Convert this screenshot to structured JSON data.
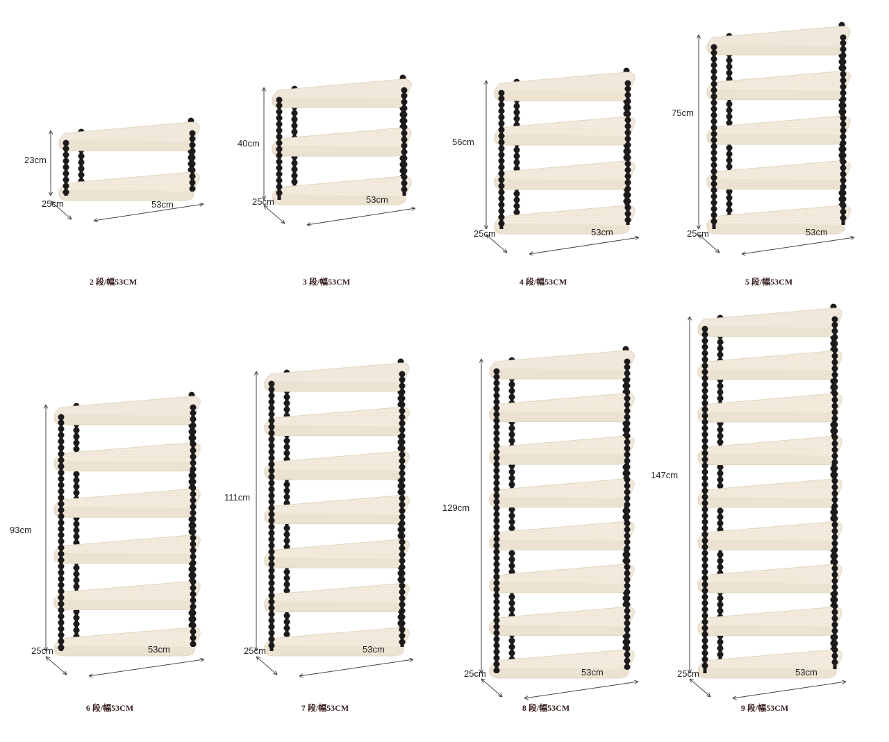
{
  "colors": {
    "shelf_fill": "#f3ebdd",
    "shelf_edge": "#e2d6c2",
    "shelf_top": "#efe8db",
    "pole": "#1c1a1a",
    "dimension_line": "#444444",
    "caption_text": "#3a1f1f"
  },
  "racks": [
    {
      "tiers": 2,
      "height": "23cm",
      "depth": "25cm",
      "width": "53cm",
      "caption": "2 段/幅53CM"
    },
    {
      "tiers": 3,
      "height": "40cm",
      "depth": "25cm",
      "width": "53cm",
      "caption": "3 段/幅53CM"
    },
    {
      "tiers": 4,
      "height": "56cm",
      "depth": "25cm",
      "width": "53cm",
      "caption": "4 段/幅53CM"
    },
    {
      "tiers": 5,
      "height": "75cm",
      "depth": "25cm",
      "width": "53cm",
      "caption": "5 段/幅53CM"
    },
    {
      "tiers": 6,
      "height": "93cm",
      "depth": "25cm",
      "width": "53cm",
      "caption": "6 段/幅53CM"
    },
    {
      "tiers": 7,
      "height": "111cm",
      "depth": "25cm",
      "width": "53cm",
      "caption": "7  段/幅53CM"
    },
    {
      "tiers": 8,
      "height": "129cm",
      "depth": "25cm",
      "width": "53cm",
      "caption": "8 段/幅53CM"
    },
    {
      "tiers": 9,
      "height": "147cm",
      "depth": "25cm",
      "width": "53cm",
      "caption": "9 段/幅53CM"
    }
  ]
}
